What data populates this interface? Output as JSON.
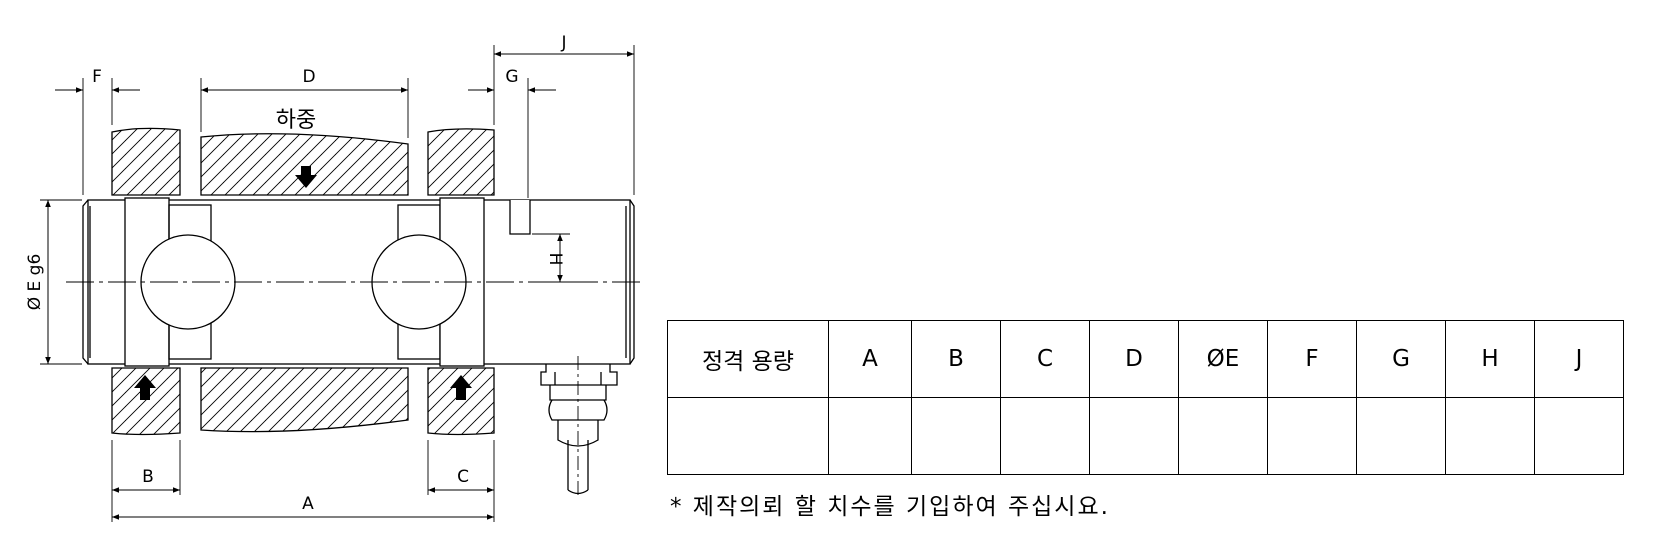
{
  "drawing": {
    "load_label": "하중",
    "labels": {
      "A": "A",
      "B": "B",
      "C": "C",
      "D": "D",
      "F": "F",
      "G": "G",
      "H": "H",
      "J": "J",
      "E": "Ø E g6"
    }
  },
  "table": {
    "headers": [
      "정격 용량",
      "A",
      "B",
      "C",
      "D",
      "ØE",
      "F",
      "G",
      "H",
      "J"
    ],
    "row": [
      "",
      "",
      "",
      "",
      "",
      "",
      "",
      "",
      "",
      ""
    ]
  },
  "note": "* 제작의뢰 할 치수를 기입하여 주십시요."
}
